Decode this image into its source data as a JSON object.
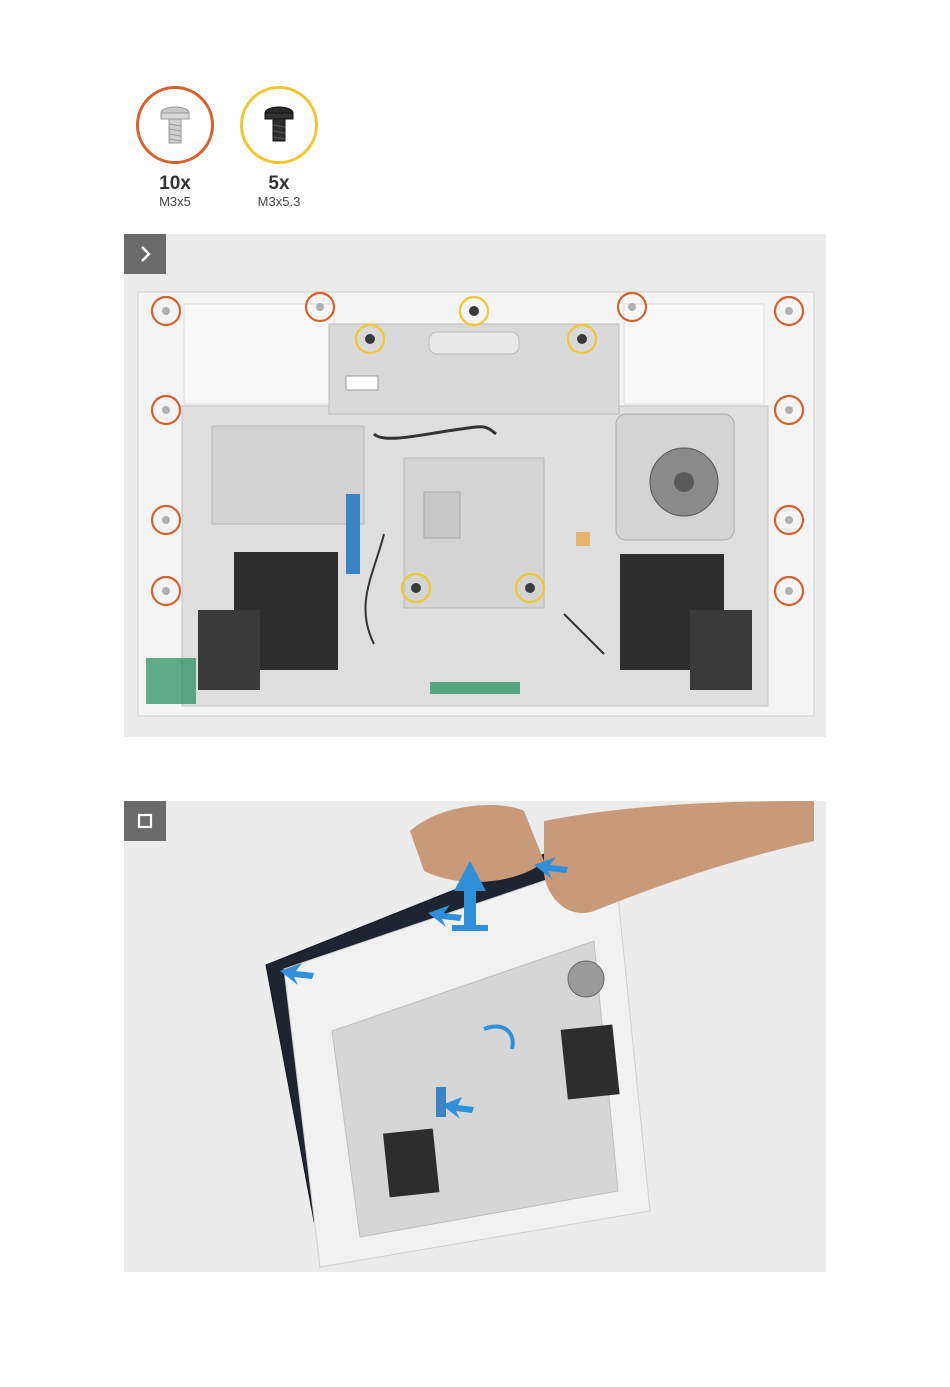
{
  "screws": [
    {
      "count": "10x",
      "spec": "M3x5",
      "color": "#d4622f",
      "finish": "silver"
    },
    {
      "count": "5x",
      "spec": "M3x5.3",
      "color": "#f2c531",
      "finish": "black"
    }
  ],
  "steps": [
    {
      "icon": "chevron-right-icon"
    },
    {
      "icon": "stop-square-icon"
    }
  ],
  "colors": {
    "panel_bg": "#ececec",
    "step_badge": "#6b6b6b",
    "orange_callout": "#d4622f",
    "yellow_callout": "#f2c531",
    "arrow_blue": "#2f8fd8"
  }
}
